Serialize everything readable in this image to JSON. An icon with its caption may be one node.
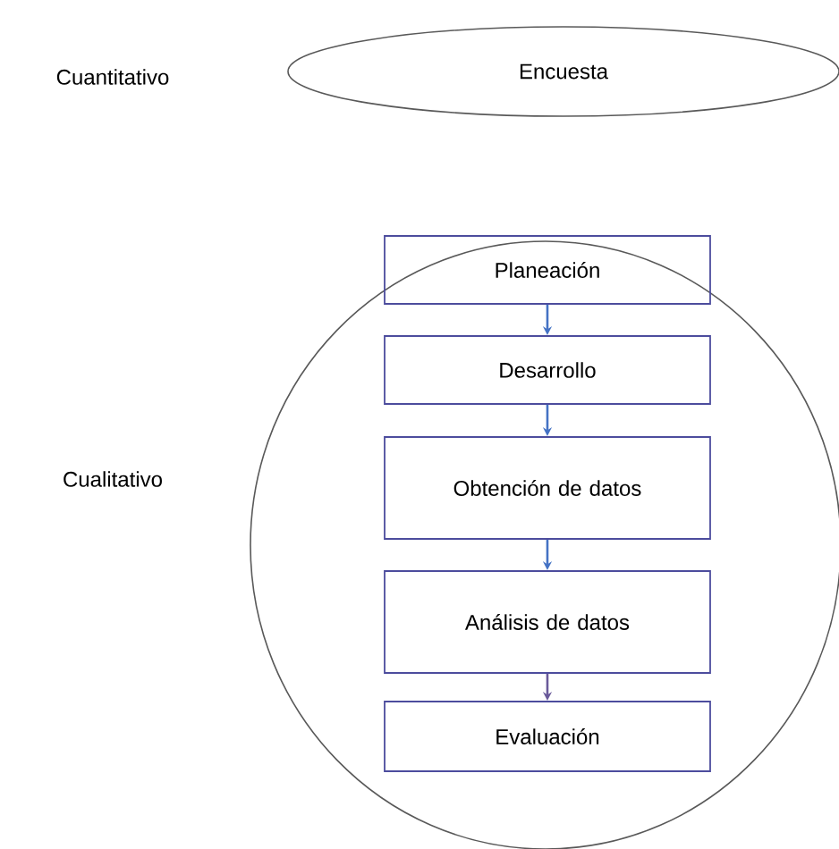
{
  "diagram": {
    "nodes": [
      {
        "text": [
          "Encuesta"
        ]
      },
      {
        "text": [],
        "shape": "circle"
      },
      {
        "text": [
          "Planeación"
        ],
        "in": 1
      },
      {
        "text": [
          "Desarrollo"
        ],
        "in": 1
      },
      {
        "text": [
          "Obtención de datos"
        ],
        "in": 1
      },
      {
        "text": [
          "Análisis de datos"
        ],
        "in": 1
      },
      {
        "text": [
          "Evaluación"
        ],
        "in": 1
      }
    ],
    "edges": [
      {
        "from": 2,
        "to": 3,
        "arrow": "to"
      },
      {
        "from": 3,
        "to": 4,
        "arrow": "to"
      },
      {
        "from": 4,
        "to": 5,
        "arrow": "to"
      },
      {
        "from": 5,
        "to": 6,
        "arrow": "to",
        "color": "#6a5a9a"
      }
    ],
    "labels": [
      "Cuantitativo",
      "Cualitativo"
    ]
  }
}
